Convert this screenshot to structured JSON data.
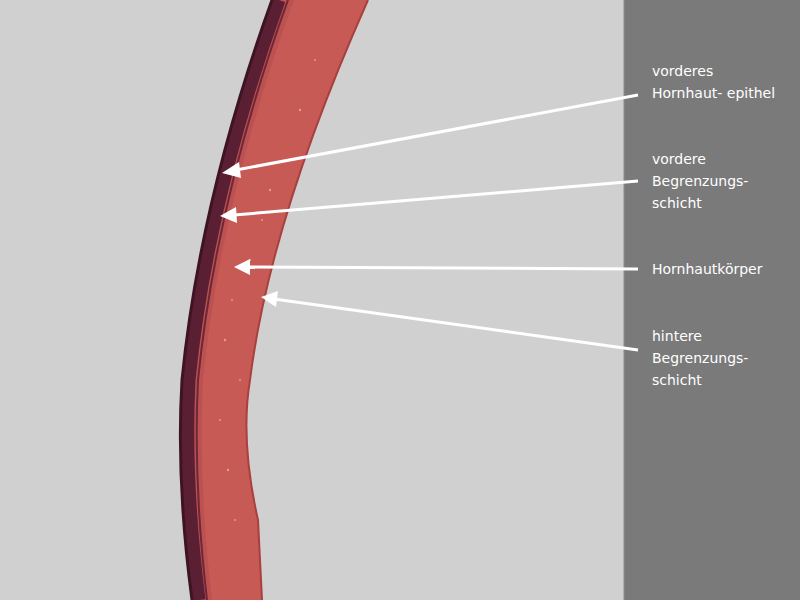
{
  "diagram": {
    "labels": [
      "vorderes Hornhaut- epithel",
      "vordere Begrenzungs- schicht",
      "Hornhautkörper",
      "hintere Begrenzungs- schicht"
    ]
  }
}
